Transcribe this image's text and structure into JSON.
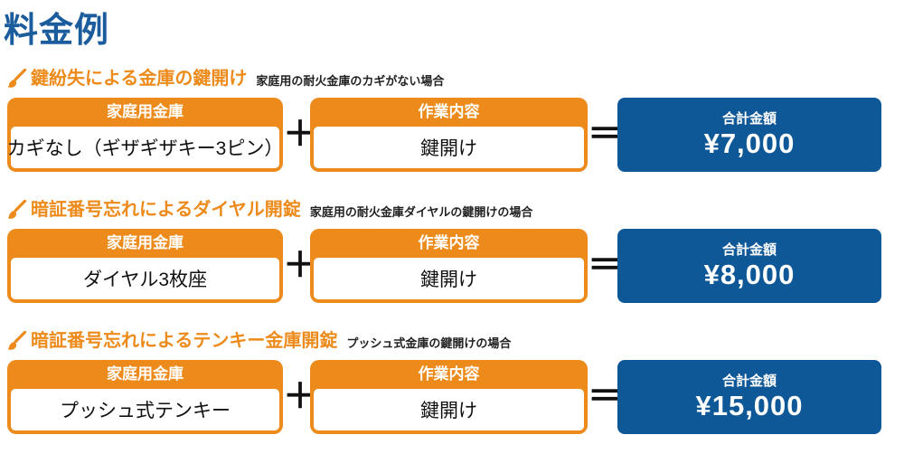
{
  "page": {
    "title": "料金例"
  },
  "colors": {
    "accent_orange": "#ec8b1b",
    "accent_blue": "#0f5898",
    "title_blue": "#1b5c9d",
    "operator_black": "#111111"
  },
  "operators": {
    "plus": "＋",
    "equals": "＝"
  },
  "sections": [
    {
      "heading": "鍵紛失による金庫の鍵開け",
      "note": "家庭用の耐火金庫のカギがない場合",
      "item_header": "家庭用金庫",
      "item_value": "カギなし（ギザギザキー3ピン）",
      "work_header": "作業内容",
      "work_value": "鍵開け",
      "total_header": "合計金額",
      "total_value": "¥7,000"
    },
    {
      "heading": "暗証番号忘れによるダイヤル開錠",
      "note": "家庭用の耐火金庫ダイヤルの鍵開けの場合",
      "item_header": "家庭用金庫",
      "item_value": "ダイヤル3枚座",
      "work_header": "作業内容",
      "work_value": "鍵開け",
      "total_header": "合計金額",
      "total_value": "¥8,000"
    },
    {
      "heading": "暗証番号忘れによるテンキー金庫開錠",
      "note": "プッシュ式金庫の鍵開けの場合",
      "item_header": "家庭用金庫",
      "item_value": "プッシュ式テンキー",
      "work_header": "作業内容",
      "work_value": "鍵開け",
      "total_header": "合計金額",
      "total_value": "¥15,000"
    }
  ]
}
